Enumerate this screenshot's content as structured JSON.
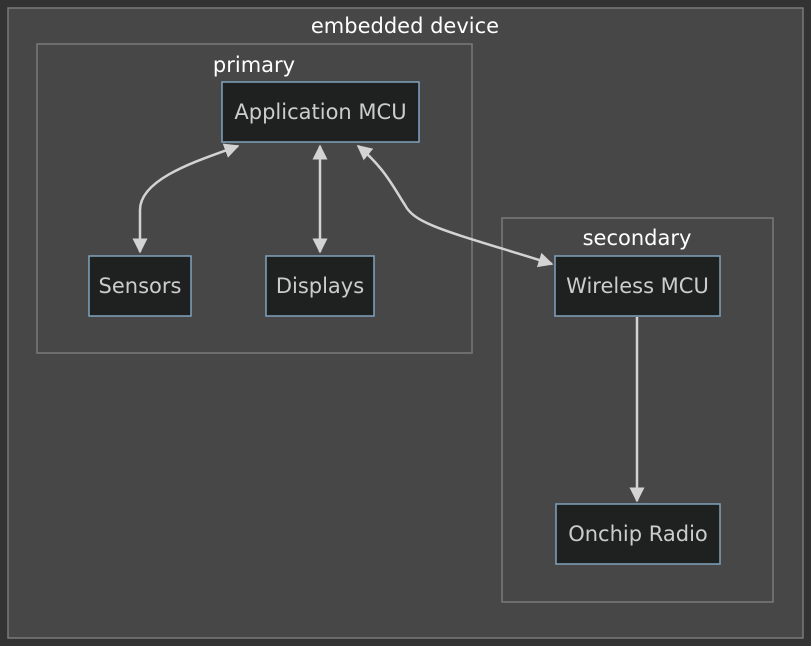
{
  "diagram": {
    "clusters": {
      "device": {
        "title": "embedded device"
      },
      "primary": {
        "title": "primary"
      },
      "secondary": {
        "title": "secondary"
      }
    },
    "nodes": {
      "app_mcu": {
        "label": "Application MCU"
      },
      "sensors": {
        "label": "Sensors"
      },
      "displays": {
        "label": "Displays"
      },
      "wireless_mcu": {
        "label": "Wireless MCU"
      },
      "onchip_radio": {
        "label": "Onchip Radio"
      }
    },
    "edges": [
      {
        "from": "Application MCU",
        "to": "Sensors",
        "direction": "both"
      },
      {
        "from": "Application MCU",
        "to": "Displays",
        "direction": "both"
      },
      {
        "from": "Application MCU",
        "to": "Wireless MCU",
        "direction": "both"
      },
      {
        "from": "Wireless MCU",
        "to": "Onchip Radio",
        "direction": "forward"
      }
    ],
    "colors": {
      "page_background": "#333333",
      "outer_cluster_fill": "#474747",
      "cluster_border": "#7a7a7a",
      "node_fill": "#1f2020",
      "node_border": "#81a2be",
      "edge": "#d3d3d3",
      "cluster_title": "#ffffff",
      "node_text": "#cccccc"
    }
  }
}
